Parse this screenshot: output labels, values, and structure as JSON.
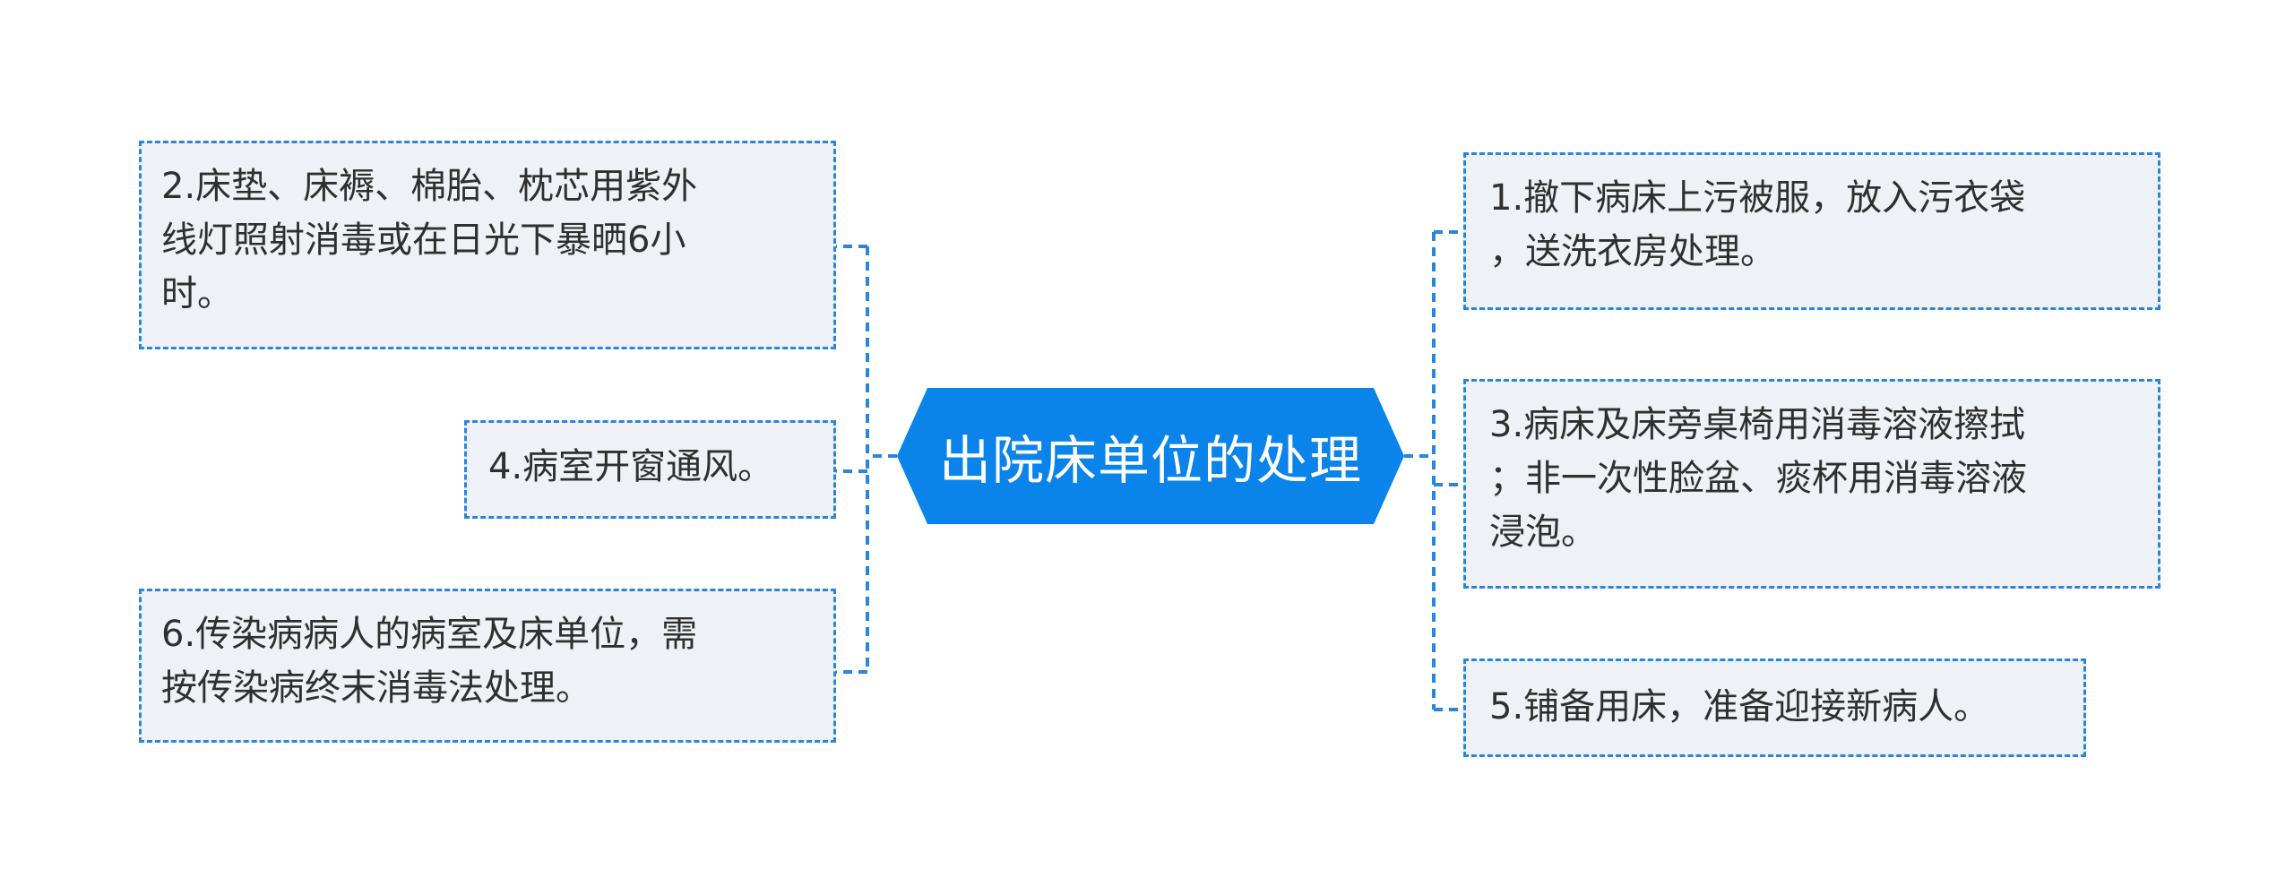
{
  "mindmap": {
    "root": "出院床单位的处理",
    "left_nodes": [
      {
        "text": "2.床垫、床褥、棉胎、枕芯用紫外\n线灯照射消毒或在日光下暴晒6小\n时。"
      },
      {
        "text": "4.病室开窗通风。"
      },
      {
        "text": "6.传染病病人的病室及床单位，需\n按传染病终末消毒法处理。"
      }
    ],
    "right_nodes": [
      {
        "text": "1.撤下病床上污被服，放入污衣袋\n，送洗衣房处理。"
      },
      {
        "text": "3.病床及床旁桌椅用消毒溶液擦拭\n；非一次性脸盆、痰杯用消毒溶液\n浸泡。"
      },
      {
        "text": "5.铺备用床，准备迎接新病人。"
      }
    ]
  },
  "colors": {
    "accent": "#0a83ea",
    "connector": "#2a86dd",
    "node_fill": "#eef1f5",
    "node_text": "#2f2f2f",
    "root_text": "#ffffff"
  }
}
